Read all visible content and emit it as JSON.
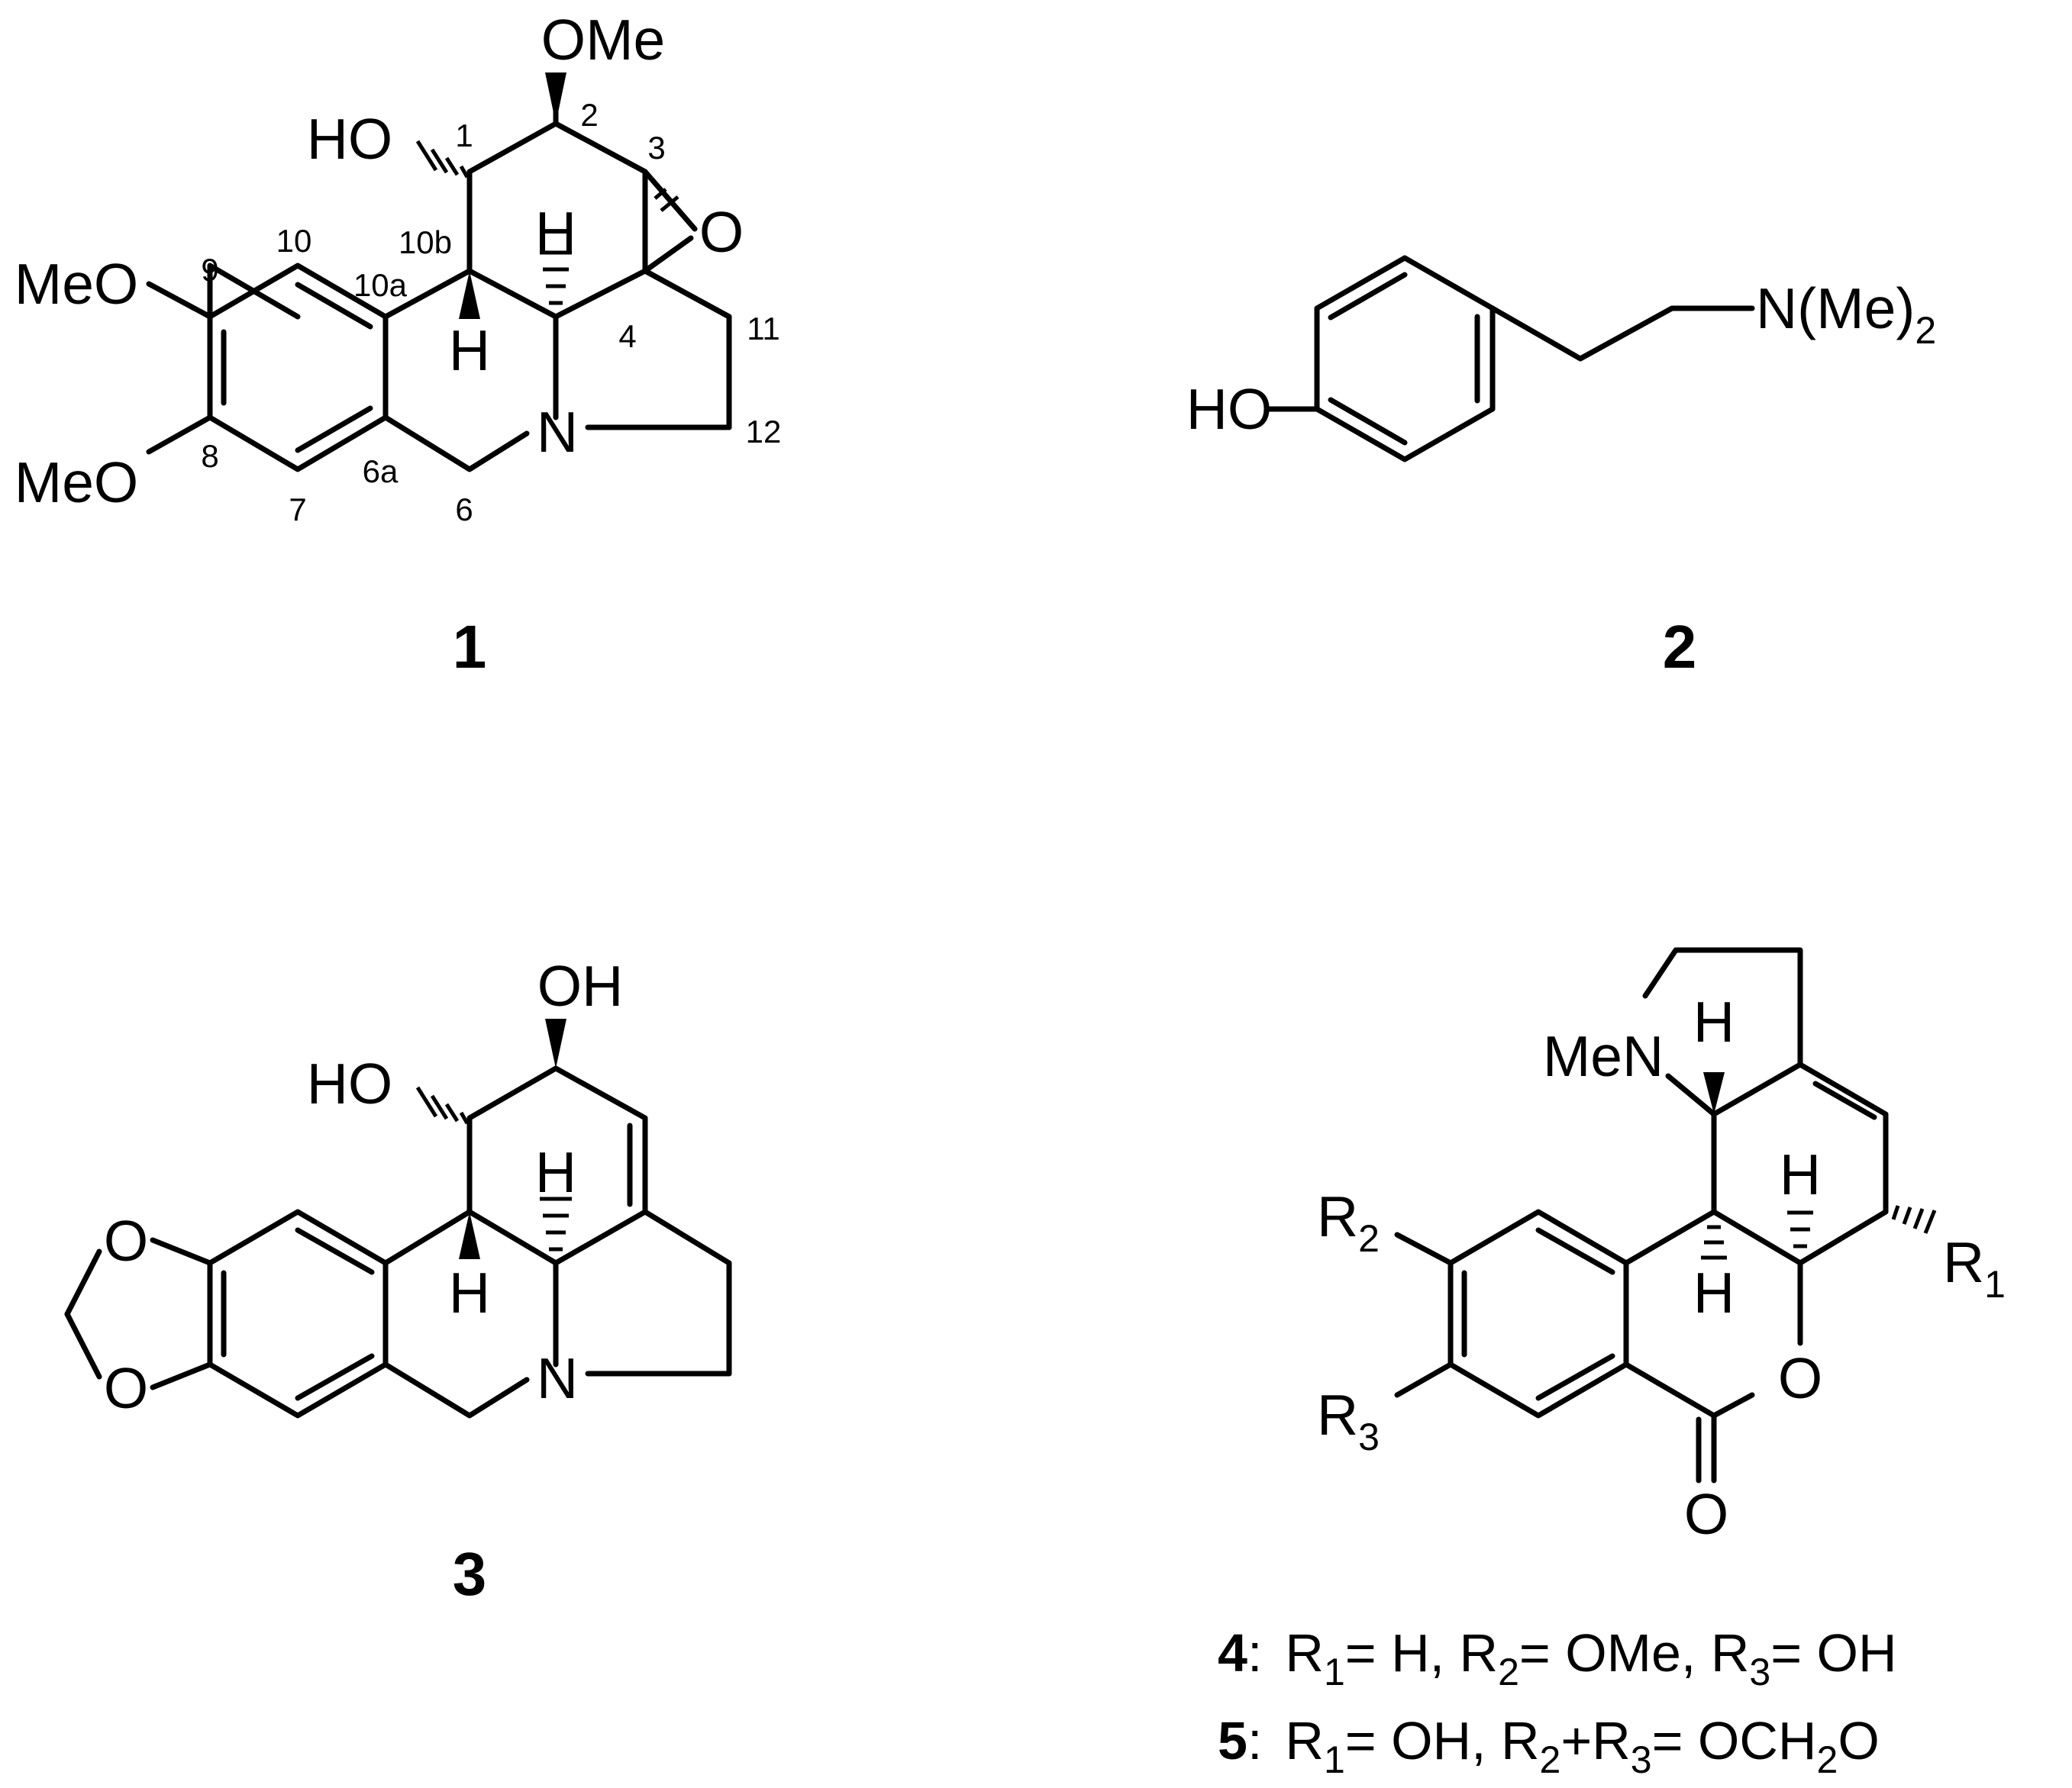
{
  "compound1": {
    "id": "1",
    "labels": {
      "ome_top": "OMe",
      "ho": "HO",
      "o_epoxide": "O",
      "meo_9": "MeO",
      "meo_8": "MeO",
      "h_up": "H",
      "h_down": "H",
      "n": "N"
    },
    "locants": {
      "c1": "1",
      "c2": "2",
      "c3": "3",
      "c4": "4",
      "c6": "6",
      "c6a": "6a",
      "c7": "7",
      "c8": "8",
      "c9": "9",
      "c10": "10",
      "c10a": "10a",
      "c10b": "10b",
      "c11": "11",
      "c12": "12"
    }
  },
  "compound2": {
    "id": "2",
    "labels": {
      "ho": "HO",
      "amine": "N(Me)",
      "amine_sub": "2"
    }
  },
  "compound3": {
    "id": "3",
    "labels": {
      "oh": "OH",
      "ho": "HO",
      "o_top": "O",
      "o_bottom": "O",
      "h_up": "H",
      "h_down": "H",
      "n": "N"
    }
  },
  "compound45": {
    "labels": {
      "men": "MeN",
      "h_top": "H",
      "h_mid": "H",
      "h_low": "H",
      "r1": "R",
      "r1_sub": "1",
      "r2": "R",
      "r2_sub": "2",
      "r3": "R",
      "r3_sub": "3",
      "o_ring": "O",
      "o_carbonyl": "O"
    }
  },
  "legend": {
    "line4": {
      "id": "4",
      "colon": ":",
      "p1": "R",
      "s1": "1",
      "p2": "= H, R",
      "s2": "2",
      "p3": "= OMe, R",
      "s3": "3",
      "p4": "= OH"
    },
    "line5": {
      "id": "5",
      "colon": ":",
      "p1": "R",
      "s1": "1",
      "p2": "= OH, R",
      "s2": "2",
      "p3": "+R",
      "s3": "3",
      "p4": "= OCH",
      "s4": "2",
      "p5": "O"
    }
  }
}
